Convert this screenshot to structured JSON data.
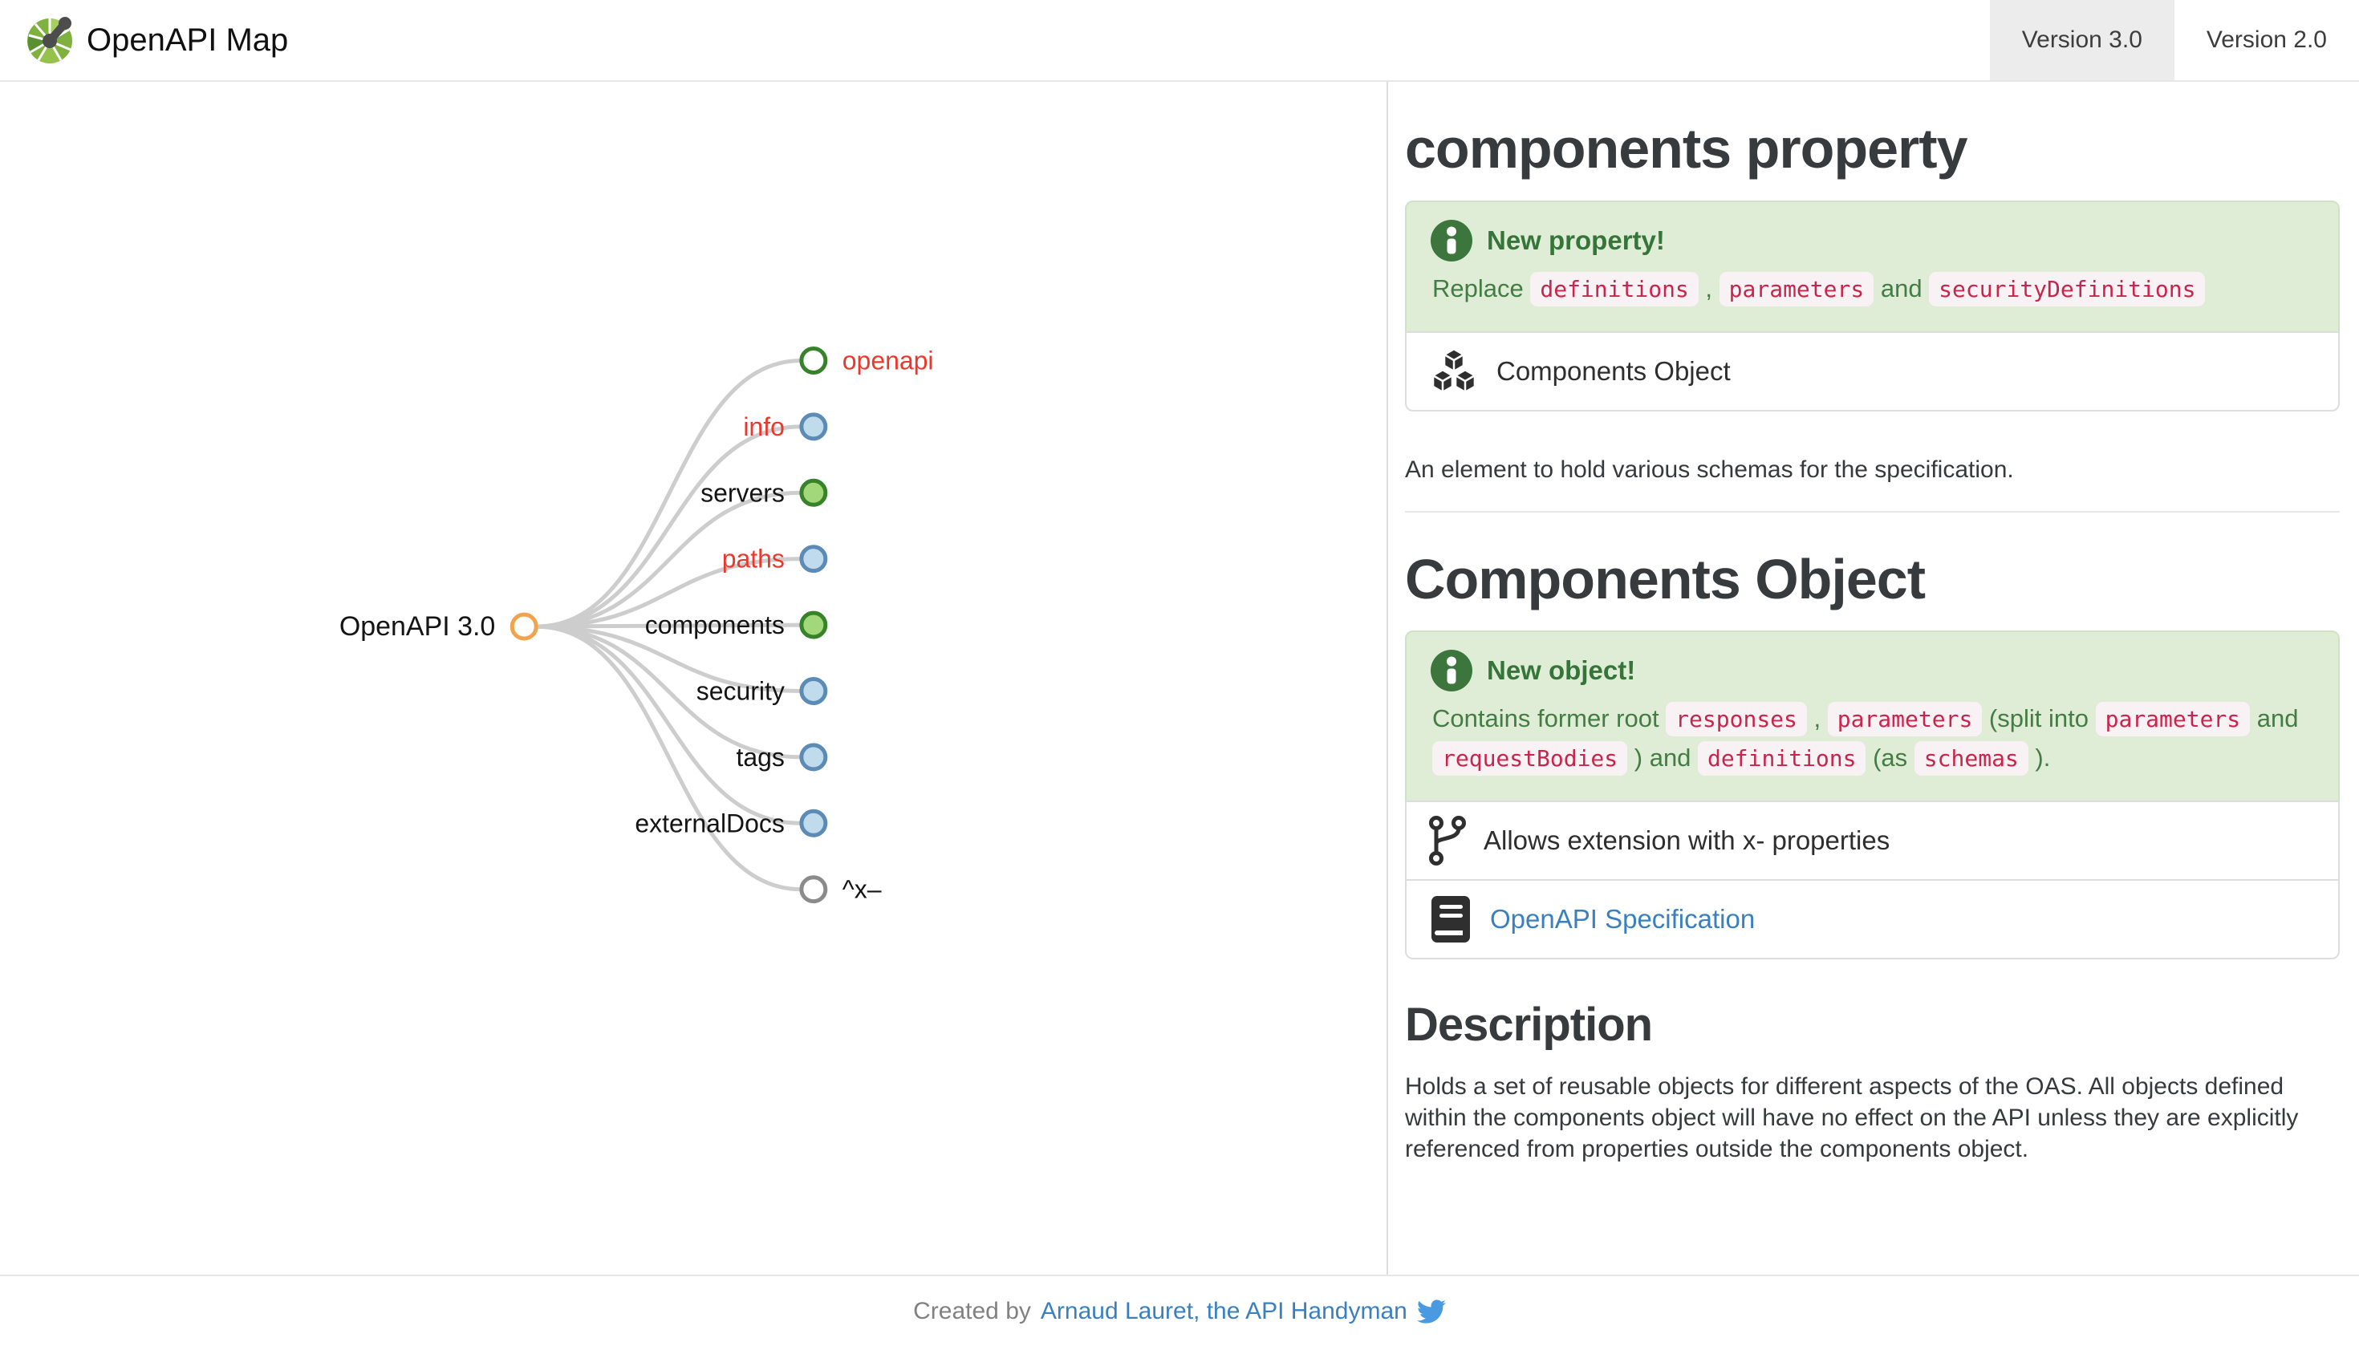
{
  "navbar": {
    "brand": "OpenAPI Map",
    "tabs": [
      {
        "label": "Version 3.0",
        "active": true
      },
      {
        "label": "Version 2.0",
        "active": false
      }
    ]
  },
  "colors": {
    "accent_green": "#37832a",
    "node_green_fill": "#a3d87a",
    "node_blue_ring": "#5c8bb5",
    "node_blue_fill": "#c0dbec",
    "node_orange_ring": "#f1a44e",
    "node_gray_ring": "#8b8b8b",
    "edge_gray": "#cdcdcd",
    "required_red": "#ea392c",
    "link_blue": "#3a80c1",
    "alert_bg": "#dfedd6",
    "code_red": "#c7254e",
    "code_bg": "#f9f2f4"
  },
  "tree": {
    "root": {
      "label": "OpenAPI 3.0",
      "ring": "orange",
      "fill": "white"
    },
    "nodes": [
      {
        "label": "openapi",
        "required": true,
        "side": "right",
        "ring": "green",
        "fill": "white"
      },
      {
        "label": "info",
        "required": true,
        "side": "left",
        "ring": "blue",
        "fill": "blue"
      },
      {
        "label": "servers",
        "required": false,
        "side": "left",
        "ring": "green",
        "fill": "green"
      },
      {
        "label": "paths",
        "required": true,
        "side": "left",
        "ring": "blue",
        "fill": "blue"
      },
      {
        "label": "components",
        "required": false,
        "side": "left",
        "ring": "green",
        "fill": "green"
      },
      {
        "label": "security",
        "required": false,
        "side": "left",
        "ring": "blue",
        "fill": "blue"
      },
      {
        "label": "tags",
        "required": false,
        "side": "left",
        "ring": "blue",
        "fill": "blue"
      },
      {
        "label": "externalDocs",
        "required": false,
        "side": "left",
        "ring": "blue",
        "fill": "blue"
      },
      {
        "label": "^x–",
        "required": false,
        "side": "right",
        "ring": "gray",
        "fill": "white"
      }
    ]
  },
  "panel": {
    "section1": {
      "title": "components property",
      "alert": {
        "title": "New property!",
        "tokens": [
          {
            "t": "text",
            "v": "Replace "
          },
          {
            "t": "code",
            "v": "definitions"
          },
          {
            "t": "text",
            "v": " , "
          },
          {
            "t": "code",
            "v": "parameters"
          },
          {
            "t": "text",
            "v": " and "
          },
          {
            "t": "code",
            "v": "securityDefinitions"
          }
        ]
      },
      "row": {
        "icon": "cubes-icon",
        "label": "Components Object"
      },
      "description": "An element to hold various schemas for the specification."
    },
    "section2": {
      "title": "Components Object",
      "alert": {
        "title": "New object!",
        "tokens": [
          {
            "t": "text",
            "v": "Contains former root "
          },
          {
            "t": "code",
            "v": "responses"
          },
          {
            "t": "text",
            "v": " , "
          },
          {
            "t": "code",
            "v": "parameters"
          },
          {
            "t": "text",
            "v": " (split into "
          },
          {
            "t": "code",
            "v": "parameters"
          },
          {
            "t": "text",
            "v": " and "
          },
          {
            "t": "code",
            "v": "requestBodies"
          },
          {
            "t": "text",
            "v": " ) and "
          },
          {
            "t": "code",
            "v": "definitions"
          },
          {
            "t": "text",
            "v": " (as "
          },
          {
            "t": "code",
            "v": "schemas"
          },
          {
            "t": "text",
            "v": " )."
          }
        ]
      },
      "rows": [
        {
          "icon": "git-fork-icon",
          "label": "Allows extension with x- properties",
          "link": false
        },
        {
          "icon": "book-icon",
          "label": "OpenAPI Specification",
          "link": true
        }
      ],
      "description_title": "Description",
      "description": "Holds a set of reusable objects for different aspects of the OAS. All objects defined within the components object will have no effect on the API unless they are explicitly referenced from properties outside the components object."
    }
  },
  "footer": {
    "created_prefix": "Created by",
    "author_link": "Arnaud Lauret, the API Handyman",
    "icon": "twitter-icon"
  }
}
